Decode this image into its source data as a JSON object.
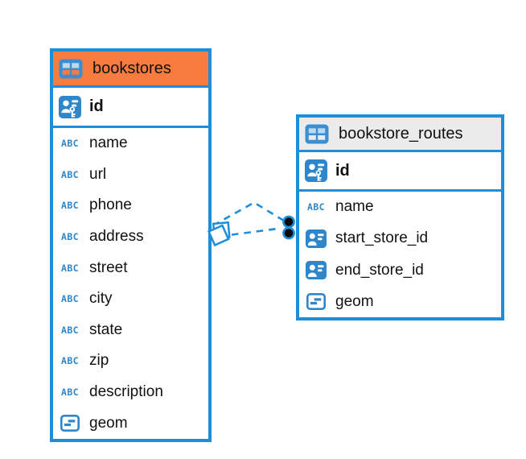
{
  "colors": {
    "accent_blue": "#1E8ED8",
    "icon_blue": "#2E86CB",
    "table_icon_blue": "#3A8FD2",
    "table_icon_cell": "#BCD9F1",
    "bookstores_header_bg": "#F87C40",
    "routes_header_bg": "#EBEBEB",
    "text_color": "#111111",
    "marker_dot_fill": "#0B0B0B"
  },
  "tables": [
    {
      "id": "bookstores",
      "name": "bookstores",
      "header_bg": "#F87C40",
      "columns": [
        {
          "name": "id",
          "type_icon": "primary-key"
        },
        {
          "name": "name",
          "type_icon": "text"
        },
        {
          "name": "url",
          "type_icon": "text"
        },
        {
          "name": "phone",
          "type_icon": "text"
        },
        {
          "name": "address",
          "type_icon": "text"
        },
        {
          "name": "street",
          "type_icon": "text"
        },
        {
          "name": "city",
          "type_icon": "text"
        },
        {
          "name": "state",
          "type_icon": "text"
        },
        {
          "name": "zip",
          "type_icon": "text"
        },
        {
          "name": "description",
          "type_icon": "text"
        },
        {
          "name": "geom",
          "type_icon": "geometry"
        }
      ]
    },
    {
      "id": "bookstore_routes",
      "name": "bookstore_routes",
      "header_bg": "#EBEBEB",
      "columns": [
        {
          "name": "id",
          "type_icon": "primary-key"
        },
        {
          "name": "name",
          "type_icon": "text"
        },
        {
          "name": "start_store_id",
          "type_icon": "foreign-key"
        },
        {
          "name": "end_store_id",
          "type_icon": "foreign-key"
        },
        {
          "name": "geom",
          "type_icon": "geometry"
        }
      ]
    }
  ],
  "relationships": [
    {
      "from_table": "bookstores",
      "to_table": "bookstore_routes",
      "line_style": "dashed",
      "from_marker": "overlapping-squares",
      "to_marker": "filled-circle"
    },
    {
      "from_table": "bookstores",
      "to_table": "bookstore_routes",
      "line_style": "dashed",
      "from_marker": "overlapping-squares",
      "to_marker": "filled-circle"
    }
  ],
  "abc_glyph_text": "ABC"
}
